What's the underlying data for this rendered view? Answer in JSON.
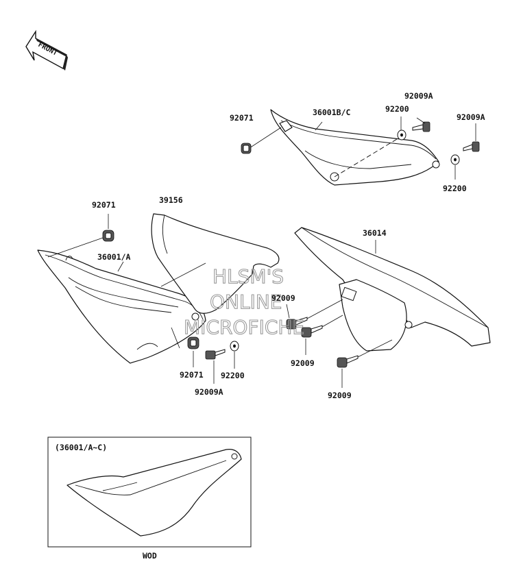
{
  "front_badge": {
    "text": "FRONT"
  },
  "labels": {
    "l_92071_top": "92071",
    "l_36001bc": "36001B/C",
    "l_92200_top": "92200",
    "l_92009a_top": "92009A",
    "l_92009a_right": "92009A",
    "l_92200_right": "92200",
    "l_92071_left": "92071",
    "l_39156": "39156",
    "l_36001a": "36001/A",
    "l_36014": "36014",
    "l_92009_mid": "92009",
    "l_92071_low": "92071",
    "l_92200_low": "92200",
    "l_92009a_low": "92009A",
    "l_92009_low1": "92009",
    "l_92009_low2": "92009"
  },
  "watermark": {
    "line1": "HLSM'S",
    "line2": "ONLINE",
    "line3": "MICROFICHE"
  },
  "inset": {
    "caption": "(36001/A~C)",
    "footer": "WOD"
  }
}
